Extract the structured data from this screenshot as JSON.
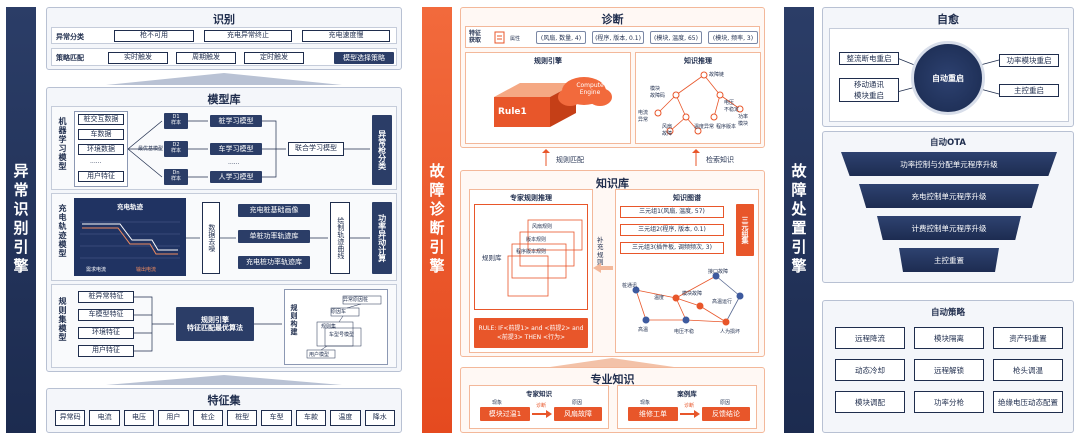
{
  "left": {
    "strip_label": "异常识别引擎",
    "recognition": {
      "title": "识别",
      "row1_label": "异常分类",
      "row1_items": [
        "枪不可用",
        "充电异常终止",
        "充电速度慢"
      ],
      "row2_label": "策略匹配",
      "row2_items": [
        "实时触发",
        "周期触发",
        "定时触发"
      ],
      "row2_action": "模型选择策略"
    },
    "model_lib": {
      "title": "模型库",
      "ml": {
        "label": "机器学习模型",
        "inputs": [
          "桩交互数据",
          "车数据",
          "环境数据",
          "用户特征"
        ],
        "input_ellipsis": "......",
        "mid_label": "最优基模型",
        "d_boxes": [
          "D1\n样本",
          "D2\n样本",
          "Dn\n样本"
        ],
        "models": [
          "桩学习模型",
          "车学习模型",
          "人学习模型"
        ],
        "model_ellipsis": "......",
        "fusion": "联合学习模型",
        "output": "异常枪分类"
      },
      "track": {
        "label": "充电轨迹模型",
        "chart_title": "充电轨迹",
        "legend": [
          "需求电流",
          "输出电流"
        ],
        "dedup": "数据去噪",
        "tracks": [
          "充电桩基础画像",
          "单桩功率轨迹库",
          "充电桩功率轨迹库"
        ],
        "draw": "绘制轨迹曲线",
        "output": "功率异动计算"
      },
      "rule": {
        "label": "规则集模型",
        "features": [
          "桩异常特征",
          "车模型特征",
          "环境特征",
          "用户特征"
        ],
        "engine": "规则引擎\n特征匹配最优算法",
        "tree_label": "规则构建",
        "tree_nodes": [
          "异常原因桩",
          "原因车",
          "规则集",
          "车型号模型",
          "用户模型"
        ]
      }
    },
    "features": {
      "title": "特征集",
      "items": [
        "异常码",
        "电流",
        "电压",
        "用户",
        "桩企",
        "桩型",
        "车型",
        "车款",
        "温度",
        "降水"
      ]
    }
  },
  "middle": {
    "strip_label": "故障诊断引擎",
    "diagnosis": {
      "title": "诊断",
      "feature_label": "特征获取",
      "feature_icon_label": "属性",
      "chips": [
        "(风扇, 数量, 4)",
        "(程序, 版本, 0.1)",
        "(模块, 温度, 65)",
        "(模块, 频率, 3)"
      ],
      "rule_engine_title": "规则引擎",
      "rule_name": "Rule1",
      "compute_engine": "Compute Engine",
      "kr_title": "知识推理",
      "kr_nodes": [
        "故障链",
        "模块\n故障码",
        "电压\n不稳定",
        "电流\n异常",
        "风扇\n故障",
        "功率\n模块",
        "温度异常",
        "程序版本"
      ]
    },
    "arrows": [
      "规则匹配",
      "检索知识"
    ],
    "knowledge": {
      "title": "知识库",
      "expert_title": "专家规则推理",
      "layers": [
        "风扇规则",
        "版本规则",
        "程序版本规则"
      ],
      "rule_lib": "规则库",
      "rule_text": "RULE:  IF<前提1> and <前提2> and <前提3> THEN <行为>",
      "supplement": "补充规则",
      "graph_title": "知识图谱",
      "triples": [
        "三元组1(风扇, 温度, 57)",
        "三元组2(程序, 版本, 0.1)",
        "三元组3(插件板, 调频频次, 3)"
      ],
      "triple_set": "三元组集",
      "graph_nodes": [
        "接口故障",
        "桩通讯",
        "模块故障",
        "高温运行",
        "温度",
        "高温",
        "电压不稳",
        "人为损坏"
      ]
    },
    "professional": {
      "title": "专业知识",
      "expert_title": "专家知识",
      "case_title": "案例库",
      "expert_flow": [
        "模块过温1",
        "诊断",
        "风扇故障"
      ],
      "case_flow": [
        "维修工单",
        "诊断",
        "反馈结论"
      ],
      "flow_tags": [
        "现象",
        "原因",
        "现象",
        "原因"
      ]
    }
  },
  "right": {
    "strip_label": "故障处置引擎",
    "selfheal": {
      "title": "自愈",
      "left_items": [
        "整流断电重启",
        "移动通讯\n模块重启"
      ],
      "center": "自动重启",
      "right_items": [
        "功率模块重启",
        "主控重启"
      ]
    },
    "ota": {
      "title": "自动OTA",
      "levels": [
        "功率控制与分配单元程序升级",
        "充电控制单元程序升级",
        "计费控制单元程序升级",
        "主控重置"
      ]
    },
    "strategy": {
      "title": "自动策略",
      "items": [
        "远程降流",
        "模块隔离",
        "资产码重置",
        "动态冷却",
        "远程解锁",
        "枪头调温",
        "模块调配",
        "功率分枪",
        "绝缘电压动态配置"
      ]
    }
  },
  "colors": {
    "navy": "#1f2d4d",
    "orange": "#e8562a",
    "panel": "#f4f6fa"
  }
}
